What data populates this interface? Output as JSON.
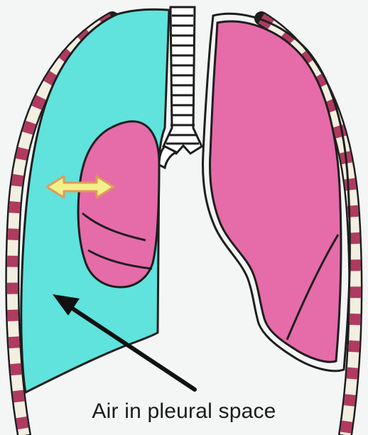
{
  "caption": "Air in pleural space",
  "colors": {
    "background": "#f4f6f6",
    "pleural_air": "#5fe3dc",
    "lung_tissue": "#e66ba9",
    "outline": "#1e1e1e",
    "rib_light": "#f3efe0",
    "rib_dark": "#b03a60",
    "trachea": "#ffffff",
    "arrow_pointer": "#111111",
    "arrow_double_fill": "#f2f08a",
    "arrow_double_stroke": "#e09a5a"
  },
  "icons": {
    "pointer_arrow": "arrow-pointing-to-pleural-air",
    "double_arrow": "double-headed-arrow"
  }
}
